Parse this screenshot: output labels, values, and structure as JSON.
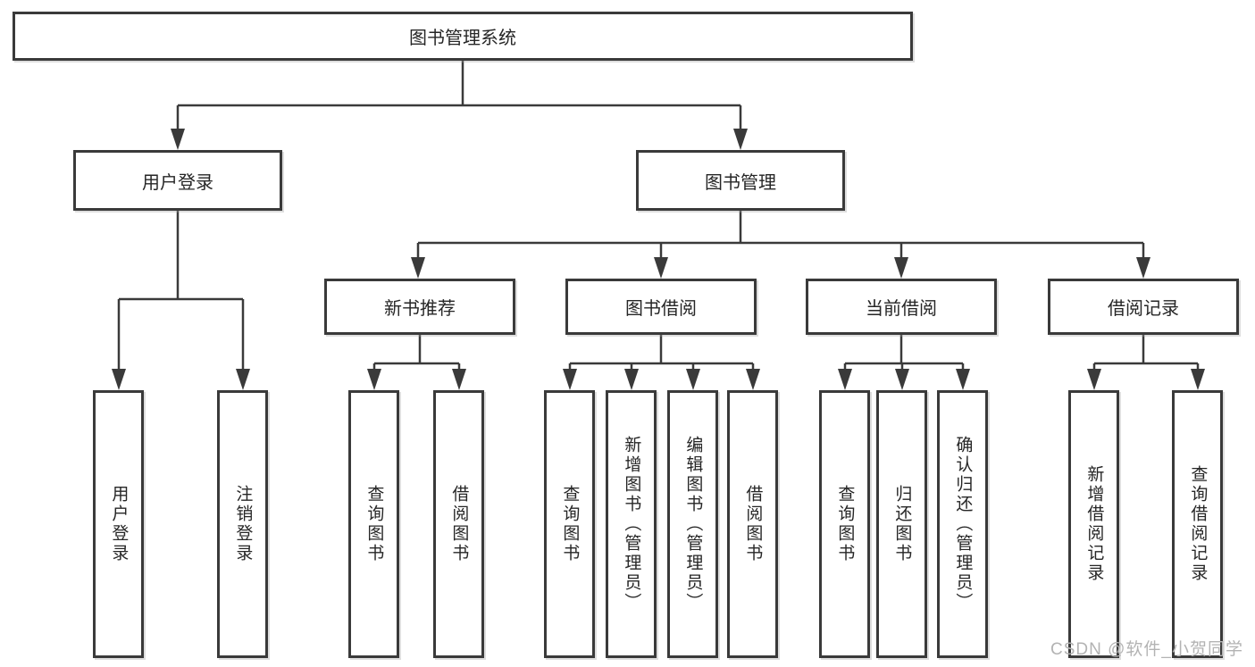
{
  "diagram_title": "图书管理系统",
  "tree": {
    "label": "图书管理系统",
    "children": [
      {
        "label": "用户登录",
        "children": [
          {
            "label": "用户登录"
          },
          {
            "label": "注销登录"
          }
        ]
      },
      {
        "label": "图书管理",
        "children": [
          {
            "label": "新书推荐",
            "children": [
              {
                "label": "查询图书"
              },
              {
                "label": "借阅图书"
              }
            ]
          },
          {
            "label": "图书借阅",
            "children": [
              {
                "label": "查询图书"
              },
              {
                "label": "新增图书（管理员）"
              },
              {
                "label": "编辑图书（管理员）"
              },
              {
                "label": "借阅图书"
              }
            ]
          },
          {
            "label": "当前借阅",
            "children": [
              {
                "label": "查询图书"
              },
              {
                "label": "归还图书"
              },
              {
                "label": "确认归还（管理员）"
              }
            ]
          },
          {
            "label": "借阅记录",
            "children": [
              {
                "label": "新增借阅记录"
              },
              {
                "label": "查询借阅记录"
              }
            ]
          }
        ]
      }
    ]
  },
  "watermark": {
    "text": "CSDN @软件_小贺同学"
  },
  "colors": {
    "background": "#ffffff",
    "line": "#3a3a3a",
    "box_border": "#3a3a3a",
    "text": "#262626",
    "watermark": "#b3b3b3"
  }
}
